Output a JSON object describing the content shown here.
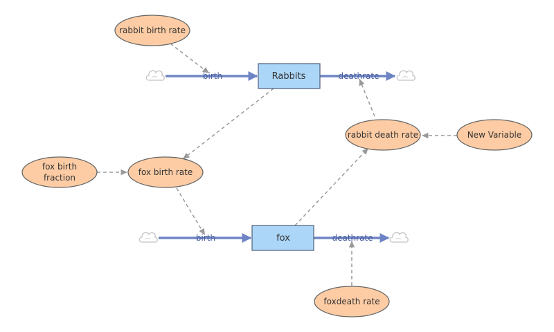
{
  "stocks": {
    "rabbits": "Rabbits",
    "fox": "fox"
  },
  "flows": {
    "rabbit_birth": "birth",
    "rabbit_death": "deathrate",
    "fox_birth": "birth",
    "fox_death": "deathrate"
  },
  "variables": {
    "rabbit_birth_rate": "rabbit birth rate",
    "rabbit_death_rate": "rabbit death rate",
    "new_variable": "New Variable",
    "fox_birth_fraction_line1": "fox birth",
    "fox_birth_fraction_line2": "fraction",
    "fox_birth_rate": "fox birth rate",
    "foxdeath_rate": "foxdeath rate"
  },
  "colors": {
    "stock_fill": "#acd6f7",
    "stock_stroke": "#4f5f7a",
    "variable_fill": "#fdcca4",
    "variable_stroke": "#666666",
    "flow": "#6e84c4",
    "link": "#9a9a9a"
  },
  "icons": {
    "source_sink": "cloud-icon"
  }
}
